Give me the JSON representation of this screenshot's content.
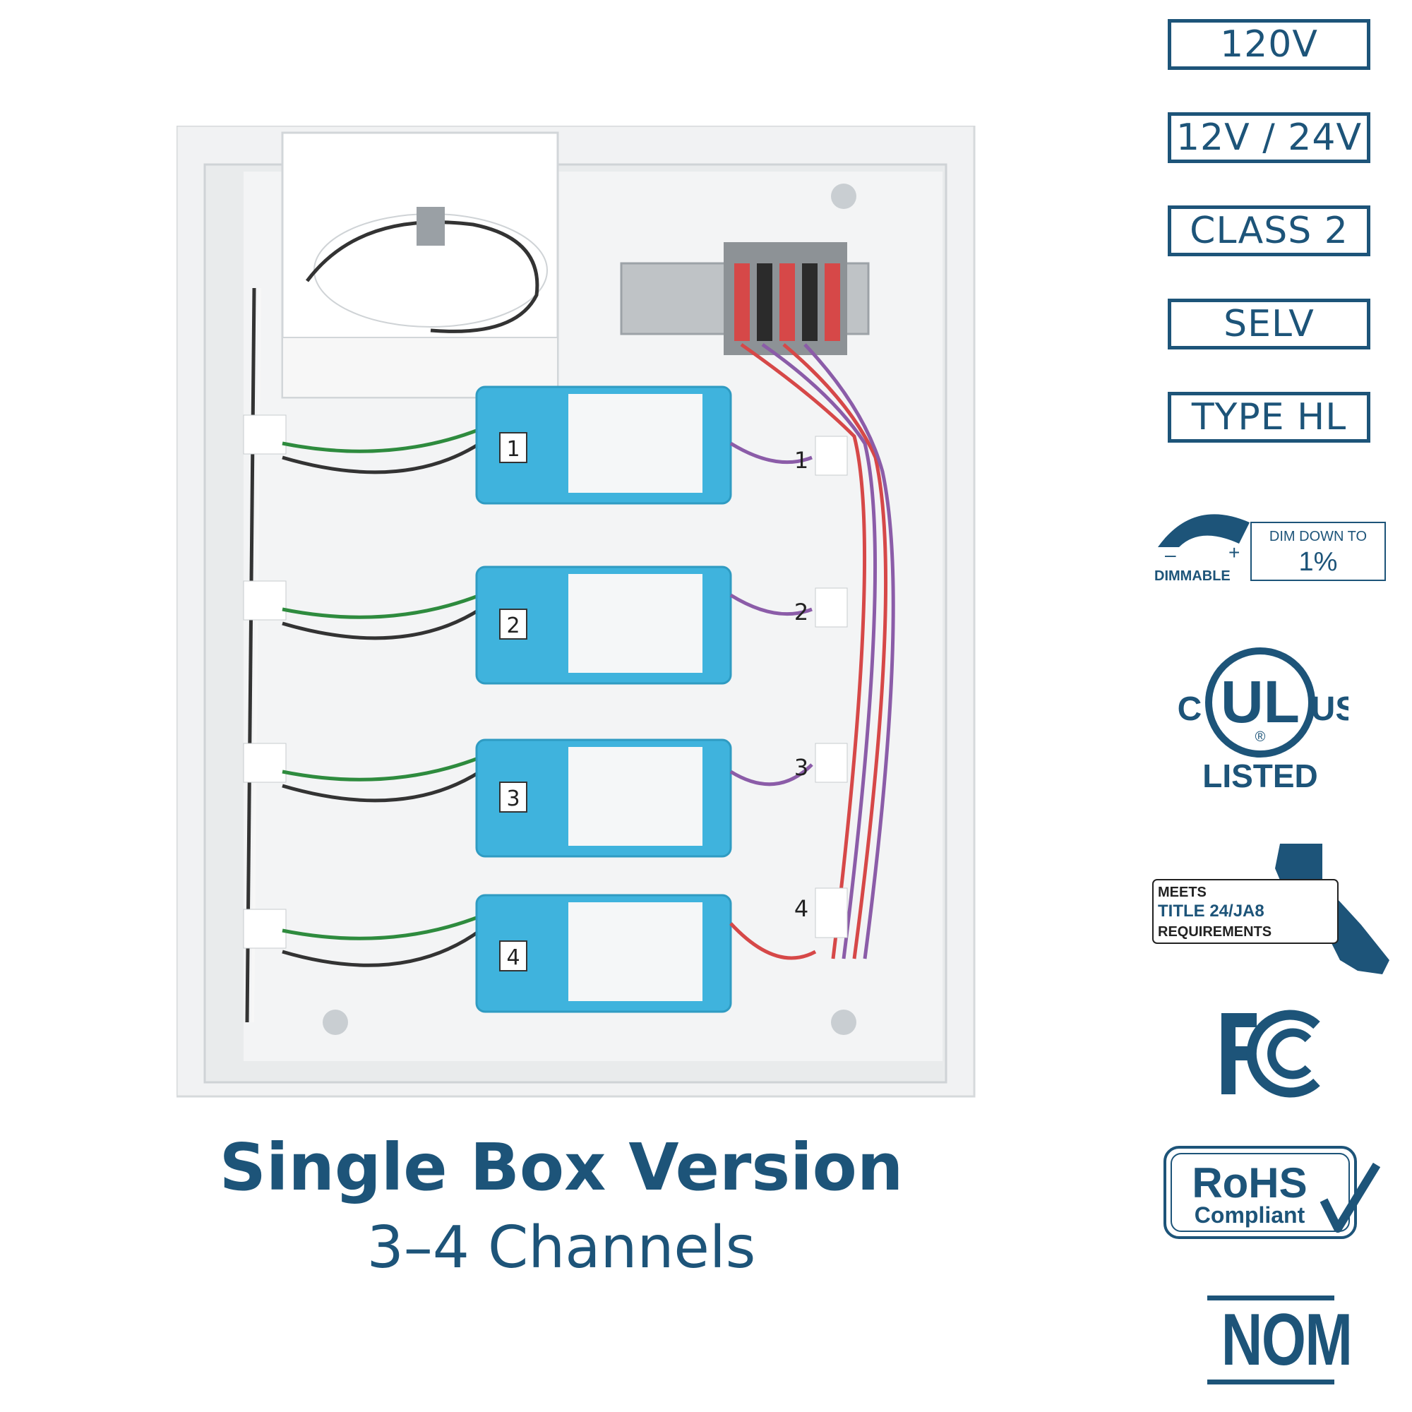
{
  "caption": {
    "title": "Single Box Version",
    "subtitle": "3–4 Channels"
  },
  "driver_labels": [
    "1",
    "2",
    "3",
    "4"
  ],
  "terminal_labels": [
    "1",
    "2",
    "3",
    "4"
  ],
  "spec_badges": [
    "120V",
    "12V / 24V",
    "CLASS 2",
    "SELV",
    "TYPE HL"
  ],
  "dimmable": {
    "label": "DIMMABLE",
    "dim_text": "DIM DOWN TO",
    "dim_value": "1%",
    "minus": "–",
    "plus": "+"
  },
  "ul": {
    "letters": "UL",
    "left": "C",
    "right": "US",
    "listed": "LISTED",
    "r": "®"
  },
  "title24": {
    "line1": "MEETS",
    "line2": "TITLE 24/JA8",
    "line3": "REQUIREMENTS"
  },
  "fcc": {
    "text": "FC"
  },
  "rohs": {
    "line1": "RoHS",
    "line2": "Compliant"
  },
  "nom": {
    "text": "NOM"
  },
  "colors": {
    "brand": "#1d5479",
    "driver": "#3fb3dd",
    "enclosure": "#eceeef"
  }
}
